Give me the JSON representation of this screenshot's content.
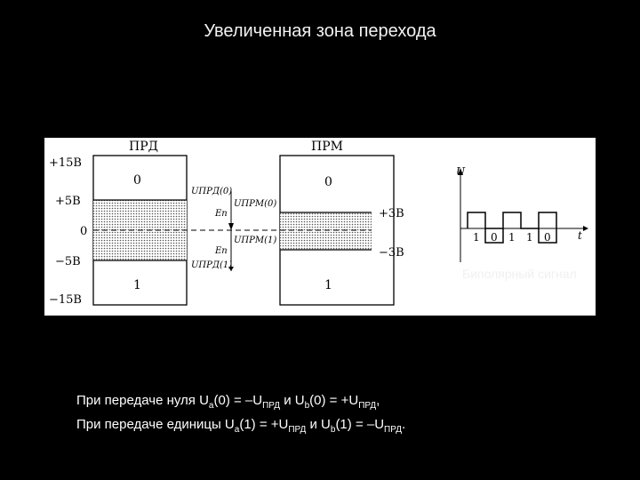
{
  "title": "Увеличенная зона перехода",
  "diagram": {
    "header_left": "ПРД",
    "header_right": "ПРМ",
    "levels": {
      "p15": "+15В",
      "p5": "+5В",
      "zero": "0",
      "m5": "−5В",
      "m15": "−15В"
    },
    "right_levels": {
      "p3": "+3В",
      "m3": "−3В"
    },
    "bit0_left": "0",
    "bit0_right": "0",
    "bit1_left": "1",
    "bit1_right": "1",
    "labels": {
      "u_prd0": "UПРД(0)",
      "u_prm0": "UПРМ(0)",
      "en_top": "Eп",
      "u_prm1": "UПРМ(1)",
      "en_bottom": "Eп",
      "u_prd1": "UПРД(1)"
    }
  },
  "signal": {
    "axis_u": "U",
    "axis_t": "t",
    "bits": [
      "1",
      "0",
      "1",
      "1",
      "0"
    ],
    "caption": "Биполярный сигнал"
  },
  "notes": {
    "line1": {
      "a": "При передаче нуля U",
      "a_sub": "a",
      "b": "(0) = –U",
      "b_sub": "ПРД",
      "c": " и U",
      "c_sub": "b",
      "d": "(0) = +U",
      "d_sub": "ПРД",
      "e": ","
    },
    "line2": {
      "a": "При передаче единицы U",
      "a_sub": "a",
      "b": "(1) = +U",
      "b_sub": "ПРД",
      "c": " и U",
      "c_sub": "b",
      "d": "(1) = –U",
      "d_sub": "ПРД",
      "e": "."
    }
  }
}
